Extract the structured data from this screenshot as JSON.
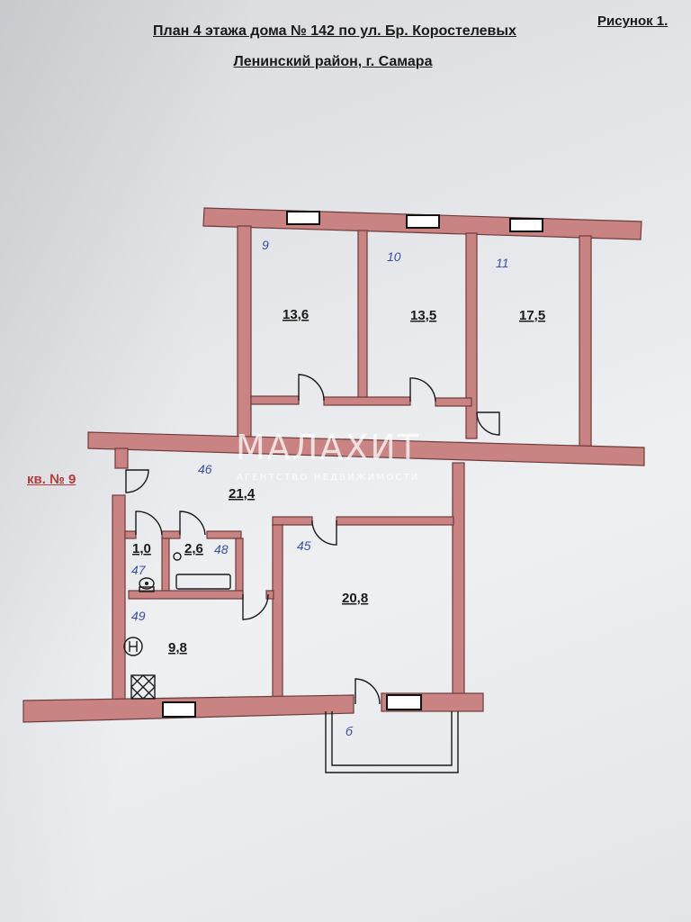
{
  "header": {
    "figure_label": "Рисунок 1.",
    "title_line1": "План 4 этажа дома № 142 по ул. Бр. Коростелевых",
    "title_line2": "Ленинский район, г. Самара"
  },
  "apartment_label": "кв. № 9",
  "watermark": {
    "logo": "МАЛАХИТ",
    "subtitle": "АГЕНТСТВО НЕДВИЖИМОСТИ"
  },
  "rooms": [
    {
      "number": "9",
      "area": "13,6"
    },
    {
      "number": "10",
      "area": "13,5"
    },
    {
      "number": "11",
      "area": "17,5"
    },
    {
      "number": "46",
      "area": "21,4"
    },
    {
      "number": "47",
      "area": "1,0"
    },
    {
      "number": "48",
      "area": "2,6"
    },
    {
      "number": "45",
      "area": "20,8"
    },
    {
      "number": "49",
      "area": "9,8"
    }
  ],
  "balcony_label": "б",
  "colors": {
    "wall": "#c98383",
    "room_number": "#3a4fa8",
    "apartment_label": "#b43a3a"
  }
}
